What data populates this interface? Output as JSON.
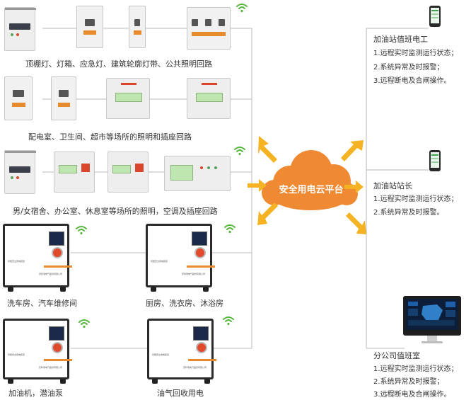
{
  "cloud": {
    "label": "安全用电云平台",
    "color": "#ef8a33"
  },
  "accent": {
    "arrow": "#f5b323",
    "wifi": "#55b63b",
    "line": "#b8b8b8"
  },
  "rows": [
    {
      "label": "顶棚灯、灯箱、应急灯、建筑轮廓灯带、公共照明回路"
    },
    {
      "label": "配电室、卫生间、超市等场所的照明和插座回路"
    },
    {
      "label": "男/女宿舍、办公室、休息室等场所的照明，空调及插座回路"
    }
  ],
  "cabinets": [
    {
      "label": "洗车房、汽车维修间",
      "title": "智能安全用电装置",
      "company": "安科瑞电气股份有限公司"
    },
    {
      "label": "厨房、洗衣房、沐浴房",
      "title": "智能安全用电装置",
      "company": "安科瑞电气股份有限公司"
    },
    {
      "label": "加油机，潜油泵",
      "title": "智能安全用电装置",
      "company": "安科瑞电气股份有限公司"
    },
    {
      "label": "油气回收用电",
      "title": "智能安全用电装置",
      "company": "安科瑞电气股份有限公司"
    }
  ],
  "receivers": [
    {
      "title": "加油站值班电工",
      "icon": "smartphone-icon",
      "items": [
        "1.远程实时监测运行状态；",
        "2.系统异常及时报警；",
        "3.远程断电及合闸操作。"
      ]
    },
    {
      "title": "加油站站长",
      "icon": "smartphone-icon",
      "items": [
        "1.远程实时监测运行状态；",
        "2.系统异常及时报警。"
      ]
    },
    {
      "title": "分公司值班室",
      "icon": "monitor-icon",
      "items": [
        "1.远程实时监测运行状态；",
        "2.系统异常及时报警；",
        "3.远程断电及合闸操作。"
      ]
    }
  ]
}
